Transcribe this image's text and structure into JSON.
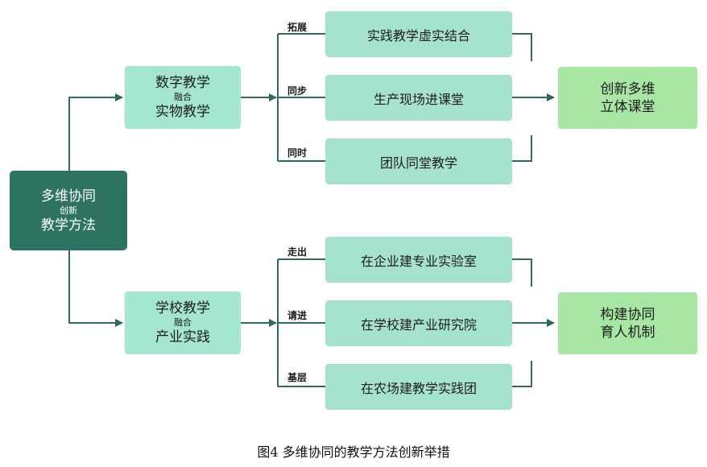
{
  "root": {
    "line1": "多维协同",
    "line2": "创新",
    "line3": "教学方法"
  },
  "upper_hub": {
    "line1": "数字教学",
    "line2": "融合",
    "line3": "实物教学"
  },
  "lower_hub": {
    "line1": "学校教学",
    "line2": "融合",
    "line3": "产业实践"
  },
  "upper_items": [
    {
      "label": "拓展",
      "text": "实践教学虚实结合"
    },
    {
      "label": "同步",
      "text": "生产现场进课堂"
    },
    {
      "label": "同时",
      "text": "团队同堂教学"
    }
  ],
  "lower_items": [
    {
      "label": "走出",
      "text": "在企业建专业实验室"
    },
    {
      "label": "请进",
      "text": "在学校建产业研究院"
    },
    {
      "label": "基层",
      "text": "在农场建教学实践团"
    }
  ],
  "upper_result": {
    "line1": "创新多维",
    "line2": "立体课堂"
  },
  "lower_result": {
    "line1": "构建协同",
    "line2": "育人机制"
  },
  "caption": "图4  多维协同的教学方法创新举措",
  "colors": {
    "root": "#2e7262",
    "hub": "#a4e6d0",
    "item": "#a6e3cc",
    "result": "#a8e6a3",
    "connector": "#2e6b5c"
  }
}
